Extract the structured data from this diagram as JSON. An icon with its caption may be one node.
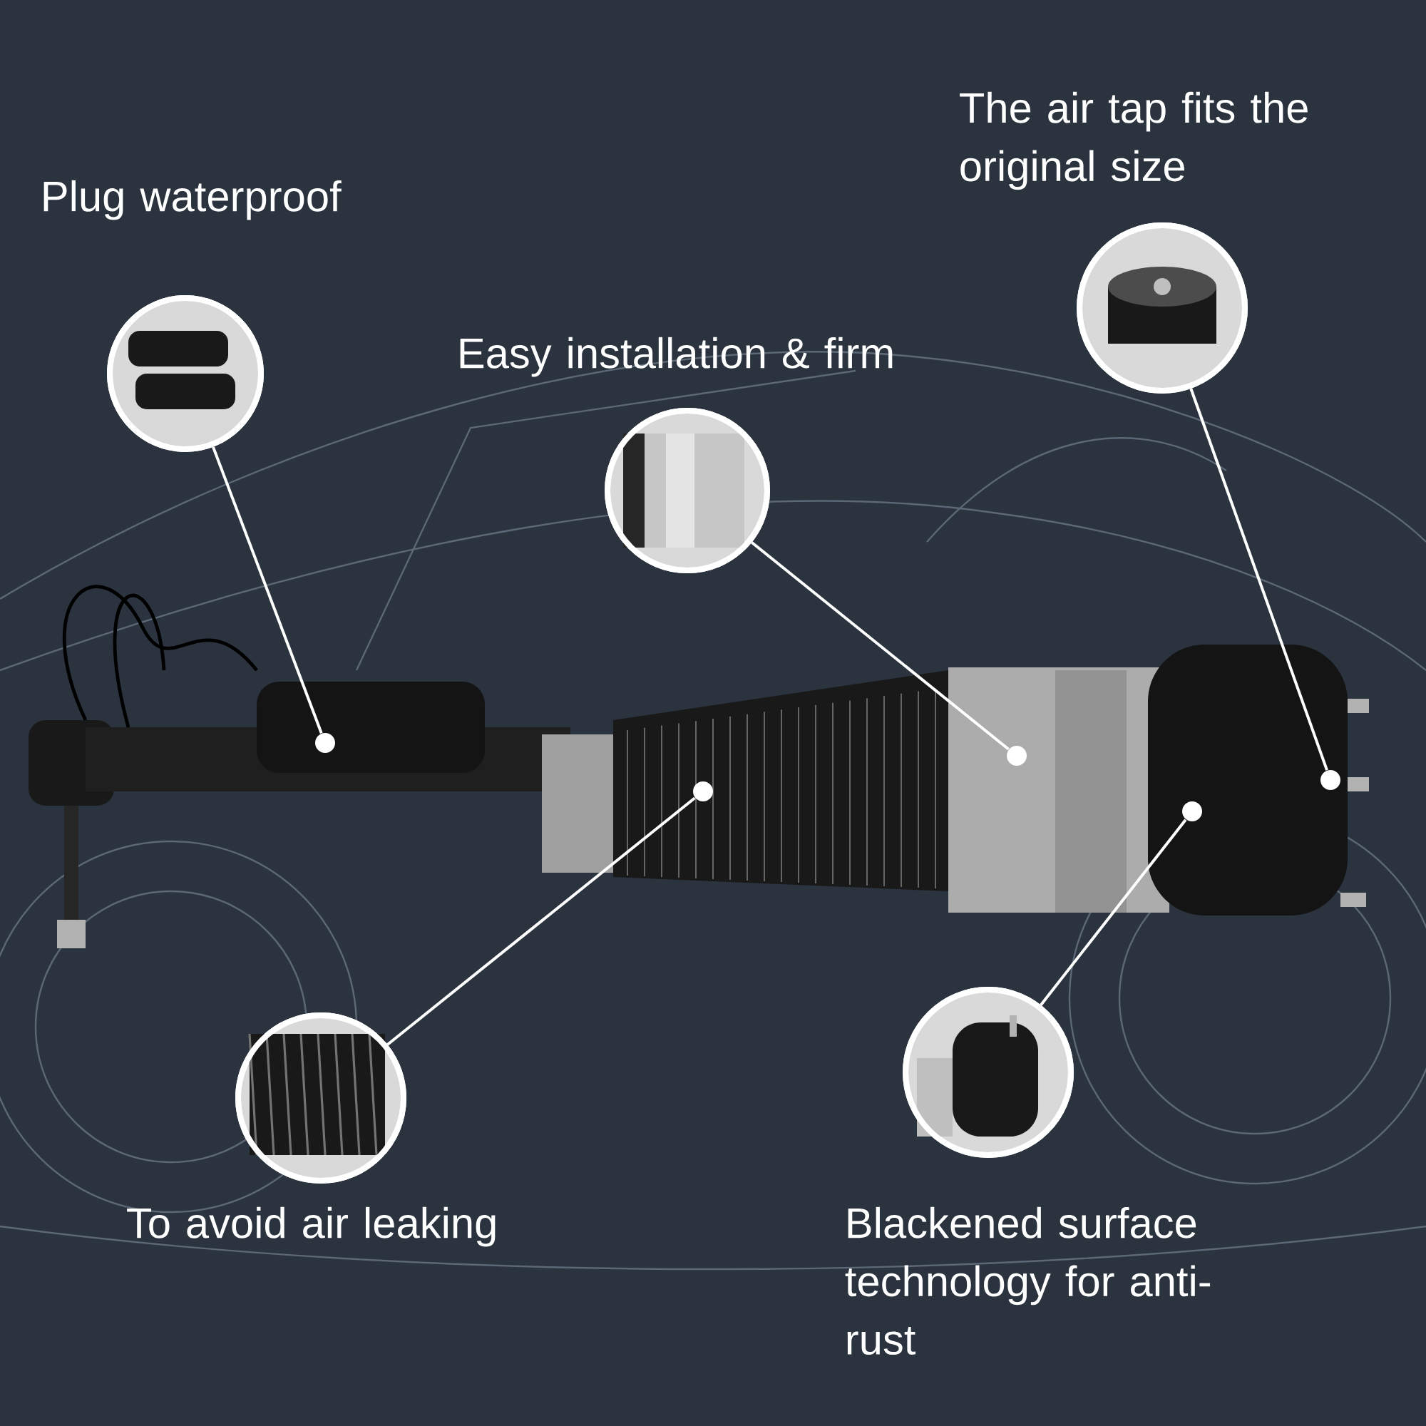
{
  "diagram": {
    "nodes": [
      {
        "text": [
          "The air tap fits the original size"
        ]
      },
      {
        "text": [
          "Plug waterproof"
        ]
      },
      {
        "text": [
          "Easy installation & firm"
        ]
      },
      {
        "text": [
          "To avoid air leaking"
        ]
      },
      {
        "text": [
          "Blackened surface technology for anti-rust"
        ]
      },
      {
        "text": [],
        "shape": "circle"
      },
      {
        "text": [],
        "shape": "circle"
      },
      {
        "text": [],
        "shape": "circle"
      },
      {
        "text": [],
        "shape": "circle"
      },
      {
        "text": [],
        "shape": "circle"
      }
    ],
    "edges": [
      {
        "from": 0,
        "to": 5,
        "arrow": "none"
      },
      {
        "from": 1,
        "to": 6,
        "arrow": "none"
      },
      {
        "from": 2,
        "to": 7,
        "arrow": "none"
      },
      {
        "from": 3,
        "to": 8,
        "arrow": "none"
      },
      {
        "from": 4,
        "to": 9,
        "arrow": "none"
      }
    ]
  }
}
